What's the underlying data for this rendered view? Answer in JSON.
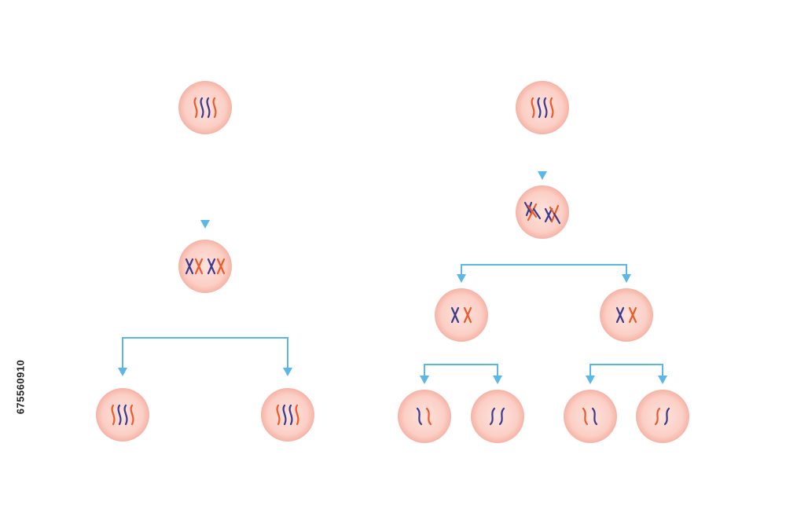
{
  "colors": {
    "background": "#ffffff",
    "cell_center": "#fde0da",
    "cell_edge": "#f6b3a6",
    "arrow": "#5bb8e6",
    "chromosome_blue": "#3d3a8c",
    "chromosome_orange": "#ee5a2c"
  },
  "stock_id": "675560910",
  "diagrams": [
    {
      "process": "mitosis",
      "cells": [
        "parent",
        "replicated",
        "daughter-1",
        "daughter-2"
      ]
    },
    {
      "process": "meiosis",
      "cells": [
        "parent",
        "recombined",
        "meiosis-1-a",
        "meiosis-1-b",
        "gamete-1",
        "gamete-2",
        "gamete-3",
        "gamete-4"
      ]
    }
  ]
}
